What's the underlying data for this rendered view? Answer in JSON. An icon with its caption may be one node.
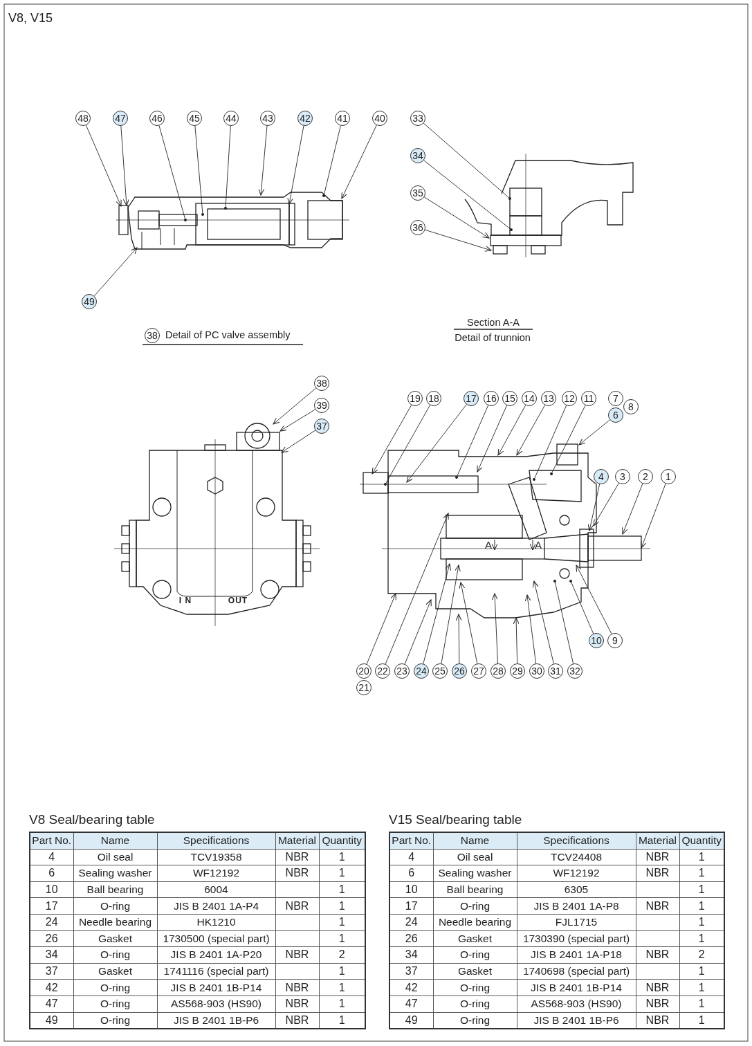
{
  "diagram": {
    "title": "V8, V15",
    "nodes": [
      {
        "text": [
          "48"
        ]
      },
      {
        "text": [
          "47"
        ]
      },
      {
        "text": [
          "46"
        ]
      },
      {
        "text": [
          "45"
        ]
      },
      {
        "text": [
          "44"
        ]
      },
      {
        "text": [
          "43"
        ]
      },
      {
        "text": [
          "42"
        ]
      },
      {
        "text": [
          "41"
        ]
      },
      {
        "text": [
          "40"
        ]
      },
      {
        "text": [
          "33"
        ]
      },
      {
        "text": [
          "34"
        ]
      },
      {
        "text": [
          "35"
        ]
      },
      {
        "text": [
          "36"
        ]
      },
      {
        "text": [
          "49"
        ]
      },
      {
        "text": [
          "38"
        ],
        "beside": [
          "Detail of PC valve assembly"
        ]
      },
      {
        "text": [
          "38"
        ]
      },
      {
        "text": [
          "39"
        ]
      },
      {
        "text": [
          "37"
        ]
      },
      {
        "text": [
          "19"
        ]
      },
      {
        "text": [
          "18"
        ]
      },
      {
        "text": [
          "17"
        ]
      },
      {
        "text": [
          "16"
        ]
      },
      {
        "text": [
          "15"
        ]
      },
      {
        "text": [
          "14"
        ]
      },
      {
        "text": [
          "13"
        ]
      },
      {
        "text": [
          "12"
        ]
      },
      {
        "text": [
          "11"
        ]
      },
      {
        "text": [
          "7"
        ]
      },
      {
        "text": [
          "8"
        ]
      },
      {
        "text": [
          "6"
        ]
      },
      {
        "text": [
          "4"
        ]
      },
      {
        "text": [
          "3"
        ]
      },
      {
        "text": [
          "2"
        ]
      },
      {
        "text": [
          "1"
        ]
      },
      {
        "text": [
          "10"
        ]
      },
      {
        "text": [
          "9"
        ]
      },
      {
        "text": [
          "20"
        ]
      },
      {
        "text": [
          "22"
        ]
      },
      {
        "text": [
          "23"
        ]
      },
      {
        "text": [
          "24"
        ]
      },
      {
        "text": [
          "25"
        ]
      },
      {
        "text": [
          "26"
        ]
      },
      {
        "text": [
          "27"
        ]
      },
      {
        "text": [
          "28"
        ]
      },
      {
        "text": [
          "29"
        ]
      },
      {
        "text": [
          "30"
        ]
      },
      {
        "text": [
          "31"
        ]
      },
      {
        "text": [
          "32"
        ]
      },
      {
        "text": [
          "21"
        ]
      },
      {
        "text": [],
        "shape": "picture"
      },
      {
        "text": [],
        "shape": "picture"
      },
      {
        "text": [],
        "shape": "picture"
      },
      {
        "text": [],
        "shape": "picture"
      }
    ],
    "edges": [
      {
        "from": 0,
        "to": 49,
        "arrow": "to"
      },
      {
        "from": 1,
        "to": 49,
        "arrow": "to"
      },
      {
        "from": 2,
        "to": 49,
        "arrow": "other"
      },
      {
        "from": 3,
        "to": 49,
        "arrow": "other"
      },
      {
        "from": 4,
        "to": 49,
        "arrow": "other"
      },
      {
        "from": 5,
        "to": 49,
        "arrow": "to"
      },
      {
        "from": 6,
        "to": 49,
        "arrow": "to"
      },
      {
        "from": 7,
        "to": 49,
        "arrow": "other"
      },
      {
        "from": 8,
        "to": 49,
        "arrow": "to"
      },
      {
        "from": 9,
        "to": 50,
        "arrow": "other"
      },
      {
        "from": 10,
        "to": 50,
        "arrow": "other"
      },
      {
        "from": 11,
        "to": 50,
        "arrow": "to"
      },
      {
        "from": 12,
        "to": 50,
        "arrow": "to"
      },
      {
        "from": 13,
        "to": 49,
        "arrow": "to"
      },
      {
        "from": 15,
        "to": 51,
        "arrow": "to"
      },
      {
        "from": 16,
        "to": 51,
        "arrow": "to"
      },
      {
        "from": 17,
        "to": 51,
        "arrow": "to"
      },
      {
        "from": 18,
        "to": 52,
        "arrow": "to"
      },
      {
        "from": 19,
        "to": 52,
        "arrow": "other"
      },
      {
        "from": 20,
        "to": 52,
        "arrow": "to"
      },
      {
        "from": 21,
        "to": 52,
        "arrow": "other"
      },
      {
        "from": 22,
        "to": 52,
        "arrow": "to"
      },
      {
        "from": 23,
        "to": 52,
        "arrow": "to"
      },
      {
        "from": 24,
        "to": 52,
        "arrow": "to"
      },
      {
        "from": 25,
        "to": 52,
        "arrow": "other"
      },
      {
        "from": 26,
        "to": 52,
        "arrow": "other"
      },
      {
        "from": 29,
        "to": 52,
        "arrow": "to"
      },
      {
        "from": 30,
        "to": 52,
        "arrow": "to"
      },
      {
        "from": 31,
        "to": 52,
        "arrow": "to"
      },
      {
        "from": 32,
        "to": 52,
        "arrow": "to"
      },
      {
        "from": 33,
        "to": 52,
        "arrow": "to"
      },
      {
        "from": 34,
        "to": 52,
        "arrow": "other"
      },
      {
        "from": 35,
        "to": 52,
        "arrow": "to"
      },
      {
        "from": 36,
        "to": 52,
        "arrow": "to"
      },
      {
        "from": 37,
        "to": 52,
        "arrow": "to"
      },
      {
        "from": 38,
        "to": 52,
        "arrow": "to"
      },
      {
        "from": 39,
        "to": 52,
        "arrow": "to"
      },
      {
        "from": 40,
        "to": 52,
        "arrow": "to"
      },
      {
        "from": 41,
        "to": 52,
        "arrow": "to"
      },
      {
        "from": 42,
        "to": 52,
        "arrow": "to"
      },
      {
        "from": 43,
        "to": 52,
        "arrow": "to"
      },
      {
        "from": 44,
        "to": 52,
        "arrow": "to"
      },
      {
        "from": 45,
        "to": 52,
        "arrow": "to"
      },
      {
        "from": 46,
        "to": 52,
        "arrow": "to"
      },
      {
        "from": 47,
        "to": 52,
        "arrow": "other"
      }
    ],
    "labels": [
      "Section A-A",
      "Detail of trunnion",
      "A",
      "A",
      "I N",
      "OUT",
      "V8 Seal/bearing table",
      "Part No.",
      "Name",
      "Specifications",
      "Material",
      "Quantity",
      "4",
      "Oil seal",
      "TCV19358",
      "NBR",
      "1",
      "6",
      "Sealing washer",
      "WF12192",
      "NBR",
      "1",
      "10",
      "Ball bearing",
      "6004",
      "1",
      "17",
      "O-ring",
      "JIS B 2401 1A-P4",
      "NBR",
      "1",
      "24",
      "Needle bearing",
      "HK1210",
      "1",
      "26",
      "Gasket",
      "1730500 (special part)",
      "1",
      "34",
      "O-ring",
      "JIS B 2401 1A-P20",
      "NBR",
      "2",
      "37",
      "Gasket",
      "1741116 (special part)",
      "1",
      "42",
      "O-ring",
      "JIS B 2401 1B-P14",
      "NBR",
      "1",
      "47",
      "O-ring",
      "AS568-903 (HS90)",
      "NBR",
      "1",
      "49",
      "O-ring",
      "JIS B 2401 1B-P6",
      "NBR",
      "1",
      "V15 Seal/bearing table",
      "Part No.",
      "Name",
      "Specifications",
      "Material",
      "Quantity",
      "4",
      "Oil seal",
      "TCV24408",
      "NBR",
      "1",
      "6",
      "Sealing washer",
      "WF12192",
      "NBR",
      "1",
      "10",
      "Ball bearing",
      "6305",
      "1",
      "17",
      "O-ring",
      "JIS B 2401 1A-P8",
      "NBR",
      "1",
      "24",
      "Needle bearing",
      "FJL1715",
      "1",
      "26",
      "Gasket",
      "1730390 (special part)",
      "1",
      "34",
      "O-ring",
      "JIS B 2401 1A-P18",
      "NBR",
      "2",
      "37",
      "Gasket",
      "1740698 (special part)",
      "1",
      "42",
      "O-ring",
      "JIS B 2401 1B-P14",
      "NBR",
      "1",
      "47",
      "O-ring",
      "AS568-903 (HS90)",
      "NBR",
      "1",
      "49",
      "O-ring",
      "JIS B 2401 1B-P6",
      "NBR",
      "1"
    ]
  }
}
